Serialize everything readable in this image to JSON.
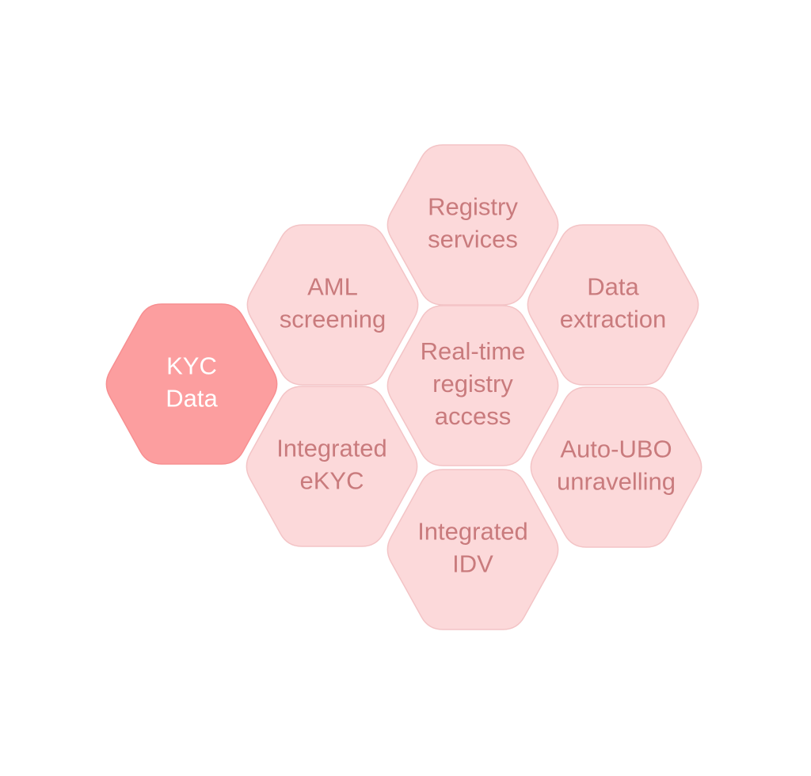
{
  "colors": {
    "background": "#ffffff",
    "tile_fill": "#fcd9da",
    "tile_stroke": "#f3c4c6",
    "tile_text": "#c97b7d",
    "primary_fill": "#fc9e9f",
    "primary_stroke": "#f78f91",
    "primary_text": "#ffffff"
  },
  "tiles": [
    {
      "id": "kyc-data",
      "lines": [
        "KYC",
        "Data"
      ],
      "primary": true
    },
    {
      "id": "registry-services",
      "lines": [
        "Registry",
        "services"
      ],
      "primary": false
    },
    {
      "id": "aml-screening",
      "lines": [
        "AML",
        "screening"
      ],
      "primary": false
    },
    {
      "id": "data-extraction",
      "lines": [
        "Data",
        "extraction"
      ],
      "primary": false
    },
    {
      "id": "real-time-registry-access",
      "lines": [
        "Real-time",
        "registry",
        "access"
      ],
      "primary": false
    },
    {
      "id": "integrated-ekyc",
      "lines": [
        "Integrated",
        "eKYC"
      ],
      "primary": false
    },
    {
      "id": "auto-ubo-unravelling",
      "lines": [
        "Auto-UBO",
        "unravelling"
      ],
      "primary": false
    },
    {
      "id": "integrated-idv",
      "lines": [
        "Integrated",
        "IDV"
      ],
      "primary": false
    }
  ]
}
